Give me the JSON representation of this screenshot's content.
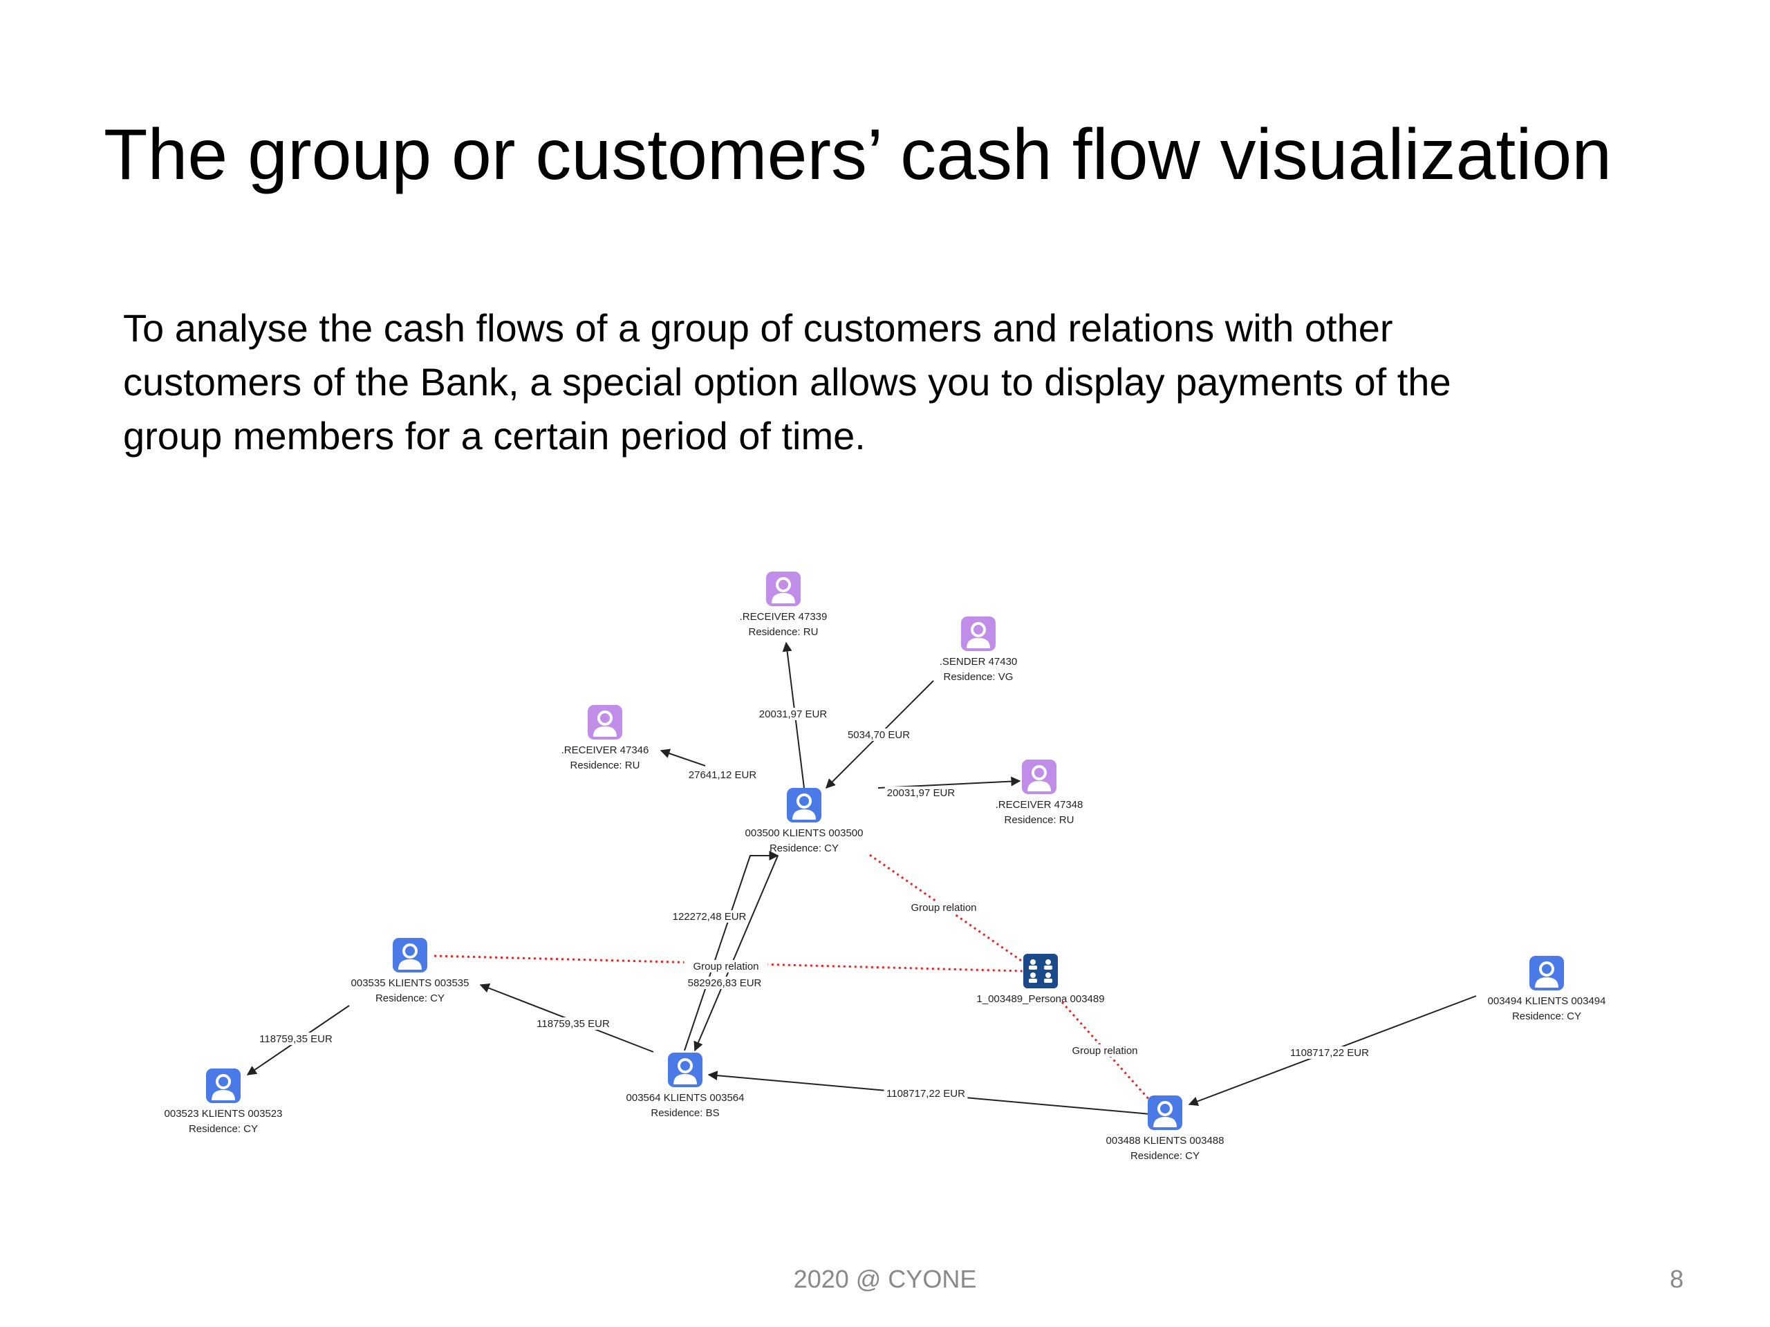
{
  "slide": {
    "title": "The group or customers’ cash flow visualization",
    "body_lines": [
      "To analyse the cash flows of a group of customers and relations with other",
      "customers of the Bank, a special option allows you to display payments of the",
      "group members for a certain period of time."
    ],
    "footer": "2020 @ CYONE",
    "page_number": "8"
  },
  "colors": {
    "customer": "#4a79e8",
    "counterparty": "#c08ee8",
    "group": "#1a4a8a",
    "payment_edge": "#222222",
    "group_relation_edge": "#ee2222"
  },
  "diagram": {
    "nodes": [
      {
        "id": "r47339",
        "kind": "counterparty",
        "icon": "person-icon",
        "label1": ".RECEIVER 47339",
        "label2": "Residence: RU"
      },
      {
        "id": "s47430",
        "kind": "counterparty",
        "icon": "person-icon",
        "label1": ".SENDER 47430",
        "label2": "Residence: VG"
      },
      {
        "id": "r47346",
        "kind": "counterparty",
        "icon": "person-icon",
        "label1": ".RECEIVER 47346",
        "label2": "Residence: RU"
      },
      {
        "id": "r47348",
        "kind": "counterparty",
        "icon": "person-icon",
        "label1": ".RECEIVER 47348",
        "label2": "Residence: RU"
      },
      {
        "id": "k003500",
        "kind": "customer",
        "icon": "person-icon",
        "label1": "003500 KLIENTS 003500",
        "label2": "Residence: CY"
      },
      {
        "id": "k003535",
        "kind": "customer",
        "icon": "person-icon",
        "label1": "003535 KLIENTS 003535",
        "label2": "Residence: CY"
      },
      {
        "id": "g003489",
        "kind": "group",
        "icon": "group-icon",
        "label1": "1_003489_Persona 003489",
        "label2": ""
      },
      {
        "id": "k003494",
        "kind": "customer",
        "icon": "person-icon",
        "label1": "003494 KLIENTS 003494",
        "label2": "Residence: CY"
      },
      {
        "id": "k003523",
        "kind": "customer",
        "icon": "person-icon",
        "label1": "003523 KLIENTS 003523",
        "label2": "Residence: CY"
      },
      {
        "id": "k003564",
        "kind": "customer",
        "icon": "person-icon",
        "label1": "003564 KLIENTS 003564",
        "label2": "Residence: BS"
      },
      {
        "id": "k003488",
        "kind": "customer",
        "icon": "person-icon",
        "label1": "003488 KLIENTS 003488",
        "label2": "Residence: CY"
      }
    ],
    "edges": [
      {
        "id": "e1",
        "from": "k003500",
        "to": "r47339",
        "type": "payment",
        "label": "20031,97 EUR"
      },
      {
        "id": "e2",
        "from": "s47430",
        "to": "k003500",
        "type": "payment",
        "label": "5034,70 EUR"
      },
      {
        "id": "e3",
        "from": "k003500",
        "to": "r47346",
        "type": "payment",
        "label": "27641,12 EUR"
      },
      {
        "id": "e4",
        "from": "k003500",
        "to": "r47348",
        "type": "payment",
        "label": "20031,97 EUR"
      },
      {
        "id": "e5",
        "from": "k003564",
        "to": "k003500",
        "type": "payment",
        "label": "122272,48 EUR"
      },
      {
        "id": "e6",
        "from": "k003500",
        "to": "k003564",
        "type": "payment",
        "label": "582926,83 EUR"
      },
      {
        "id": "e7",
        "from": "k003500",
        "to": "g003489",
        "type": "group-relation",
        "label": "Group relation"
      },
      {
        "id": "e8",
        "from": "k003535",
        "to": "g003489",
        "type": "group-relation",
        "label": "Group relation"
      },
      {
        "id": "e9",
        "from": "g003489",
        "to": "k003488",
        "type": "group-relation",
        "label": "Group relation"
      },
      {
        "id": "e10",
        "from": "k003535",
        "to": "k003523",
        "type": "payment",
        "label": "118759,35 EUR"
      },
      {
        "id": "e11",
        "from": "k003564",
        "to": "k003535",
        "type": "payment",
        "label": "118759,35 EUR"
      },
      {
        "id": "e12",
        "from": "k003488",
        "to": "k003564",
        "type": "payment",
        "label": "1108717,22 EUR"
      },
      {
        "id": "e13",
        "from": "k003494",
        "to": "k003488",
        "type": "payment",
        "label": "1108717,22 EUR"
      }
    ]
  }
}
